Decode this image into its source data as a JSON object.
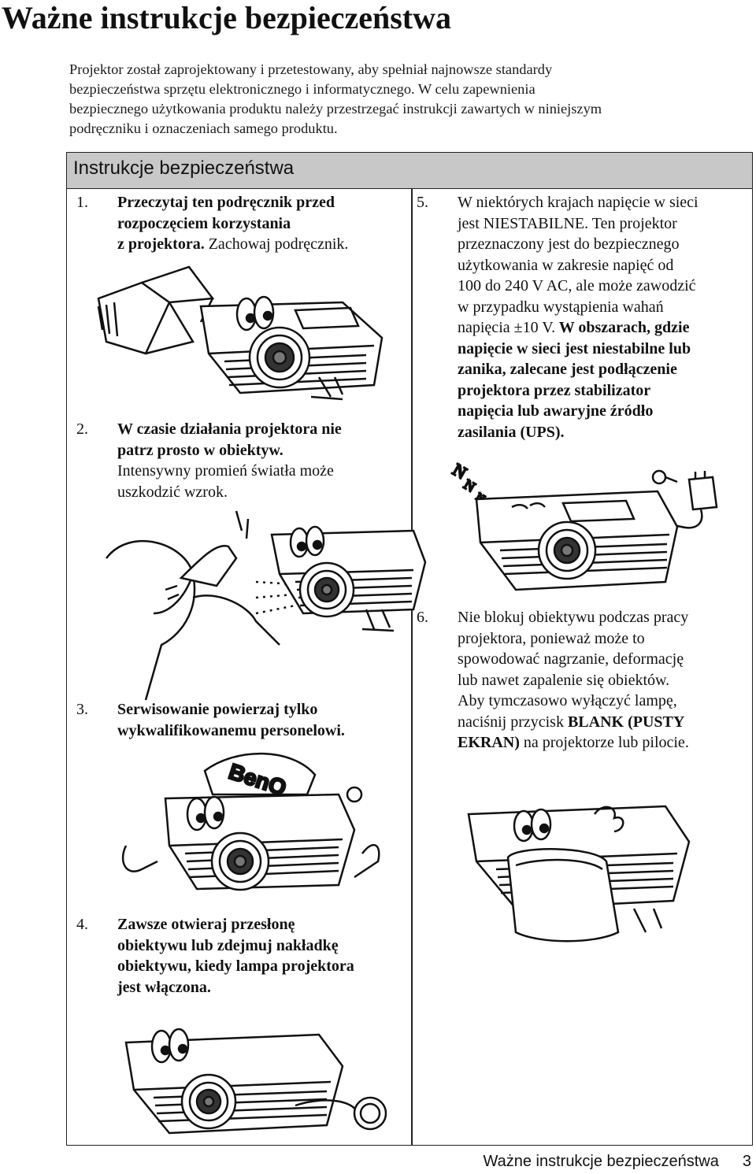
{
  "page_title": "Ważne instrukcje bezpieczeństwa",
  "intro": [
    "Projektor został zaprojektowany i przetestowany, aby spełniał najnowsze standardy",
    "bezpieczeństwa sprzętu elektronicznego i informatycznego. W celu zapewnienia",
    "bezpiecznego użytkowania produktu należy przestrzegać instrukcji zawartych w niniejszym",
    "podręczniku i oznaczeniach samego produktu."
  ],
  "section_title": "Instrukcje bezpieczeństwa",
  "items": [
    {
      "num": "1.",
      "lines": [
        "Przeczytaj ten podręcznik przed",
        "rozpoczęciem korzystania",
        "z projektora.",
        " Zachowaj podręcznik."
      ]
    },
    {
      "num": "2.",
      "lines": [
        "W czasie działania projektora nie",
        "patrz prosto w obiektyw.",
        "Intensywny promień światła może",
        "uszkodzić wzrok."
      ]
    },
    {
      "num": "3.",
      "lines": [
        "Serwisowanie powierzaj tylko",
        "wykwalifikowanemu personelowi."
      ]
    },
    {
      "num": "4.",
      "lines": [
        "Zawsze otwieraj przesłonę",
        "obiektywu lub zdejmuj nakładkę",
        "obiektywu, kiedy lampa projektora",
        "jest włączona."
      ]
    },
    {
      "num": "5.",
      "lines": [
        "W niektórych krajach napięcie w sieci",
        "jest NIESTABILNE. Ten projektor",
        "przeznaczony jest do bezpiecznego",
        "użytkowania w zakresie napięć od",
        "100 do 240 V AC, ale może zawodzić",
        "w przypadku wystąpienia wahań",
        "napięcia ±10 V.",
        " W obszarach, gdzie",
        "napięcie w sieci jest niestabilne lub",
        "zanika, zalecane jest podłączenie",
        "projektora przez stabilizator",
        "napięcia lub awaryjne źródło",
        "zasilania (UPS)."
      ]
    },
    {
      "num": "6.",
      "lines": [
        "Nie blokuj obiektywu podczas pracy",
        "projektora, ponieważ może to",
        "spowodować nagrzanie, deformację",
        "lub nawet zapalenie się obiektów.",
        "Aby tymczasowo wyłączyć lampę,",
        "naciśnij przycisk ",
        "BLANK (PUSTY",
        "EKRAN)",
        " na projektorze lub pilocie."
      ]
    }
  ],
  "illustrations": {
    "brand_on_cap": "BenQ",
    "snore_letters": "N"
  },
  "footer": {
    "title": "Ważne instrukcje bezpieczeństwa",
    "page": "3"
  }
}
